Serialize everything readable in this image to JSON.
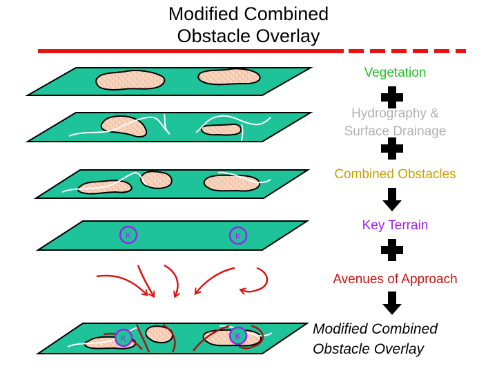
{
  "title": {
    "line1": "Modified Combined",
    "line2": "Obstacle Overlay"
  },
  "steps": [
    {
      "label": "Vegetation",
      "color": "#22bb22",
      "connector": "plus"
    },
    {
      "label": "Hydrography & Surface Drainage",
      "line1": "Hydrography &",
      "line2": "Surface Drainage",
      "color": "#b0b0b0",
      "connector": "plus"
    },
    {
      "label": "Combined Obstacles",
      "color": "#c8a000",
      "connector": "arrow"
    },
    {
      "label": "Key Terrain",
      "color": "#a020f0",
      "connector": "plus"
    },
    {
      "label": "Avenues of Approach",
      "color": "#cc1111",
      "connector": "arrow"
    }
  ],
  "result": {
    "line1": "Modified Combined",
    "line2": "Obstacle Overlay"
  },
  "key_terrain_marker": "K",
  "colors": {
    "layer_fill": "#1ec39a",
    "obstacle_fill": "#f7d7bf",
    "rule_red": "#ee1111",
    "avenue_red": "#dd1111"
  }
}
